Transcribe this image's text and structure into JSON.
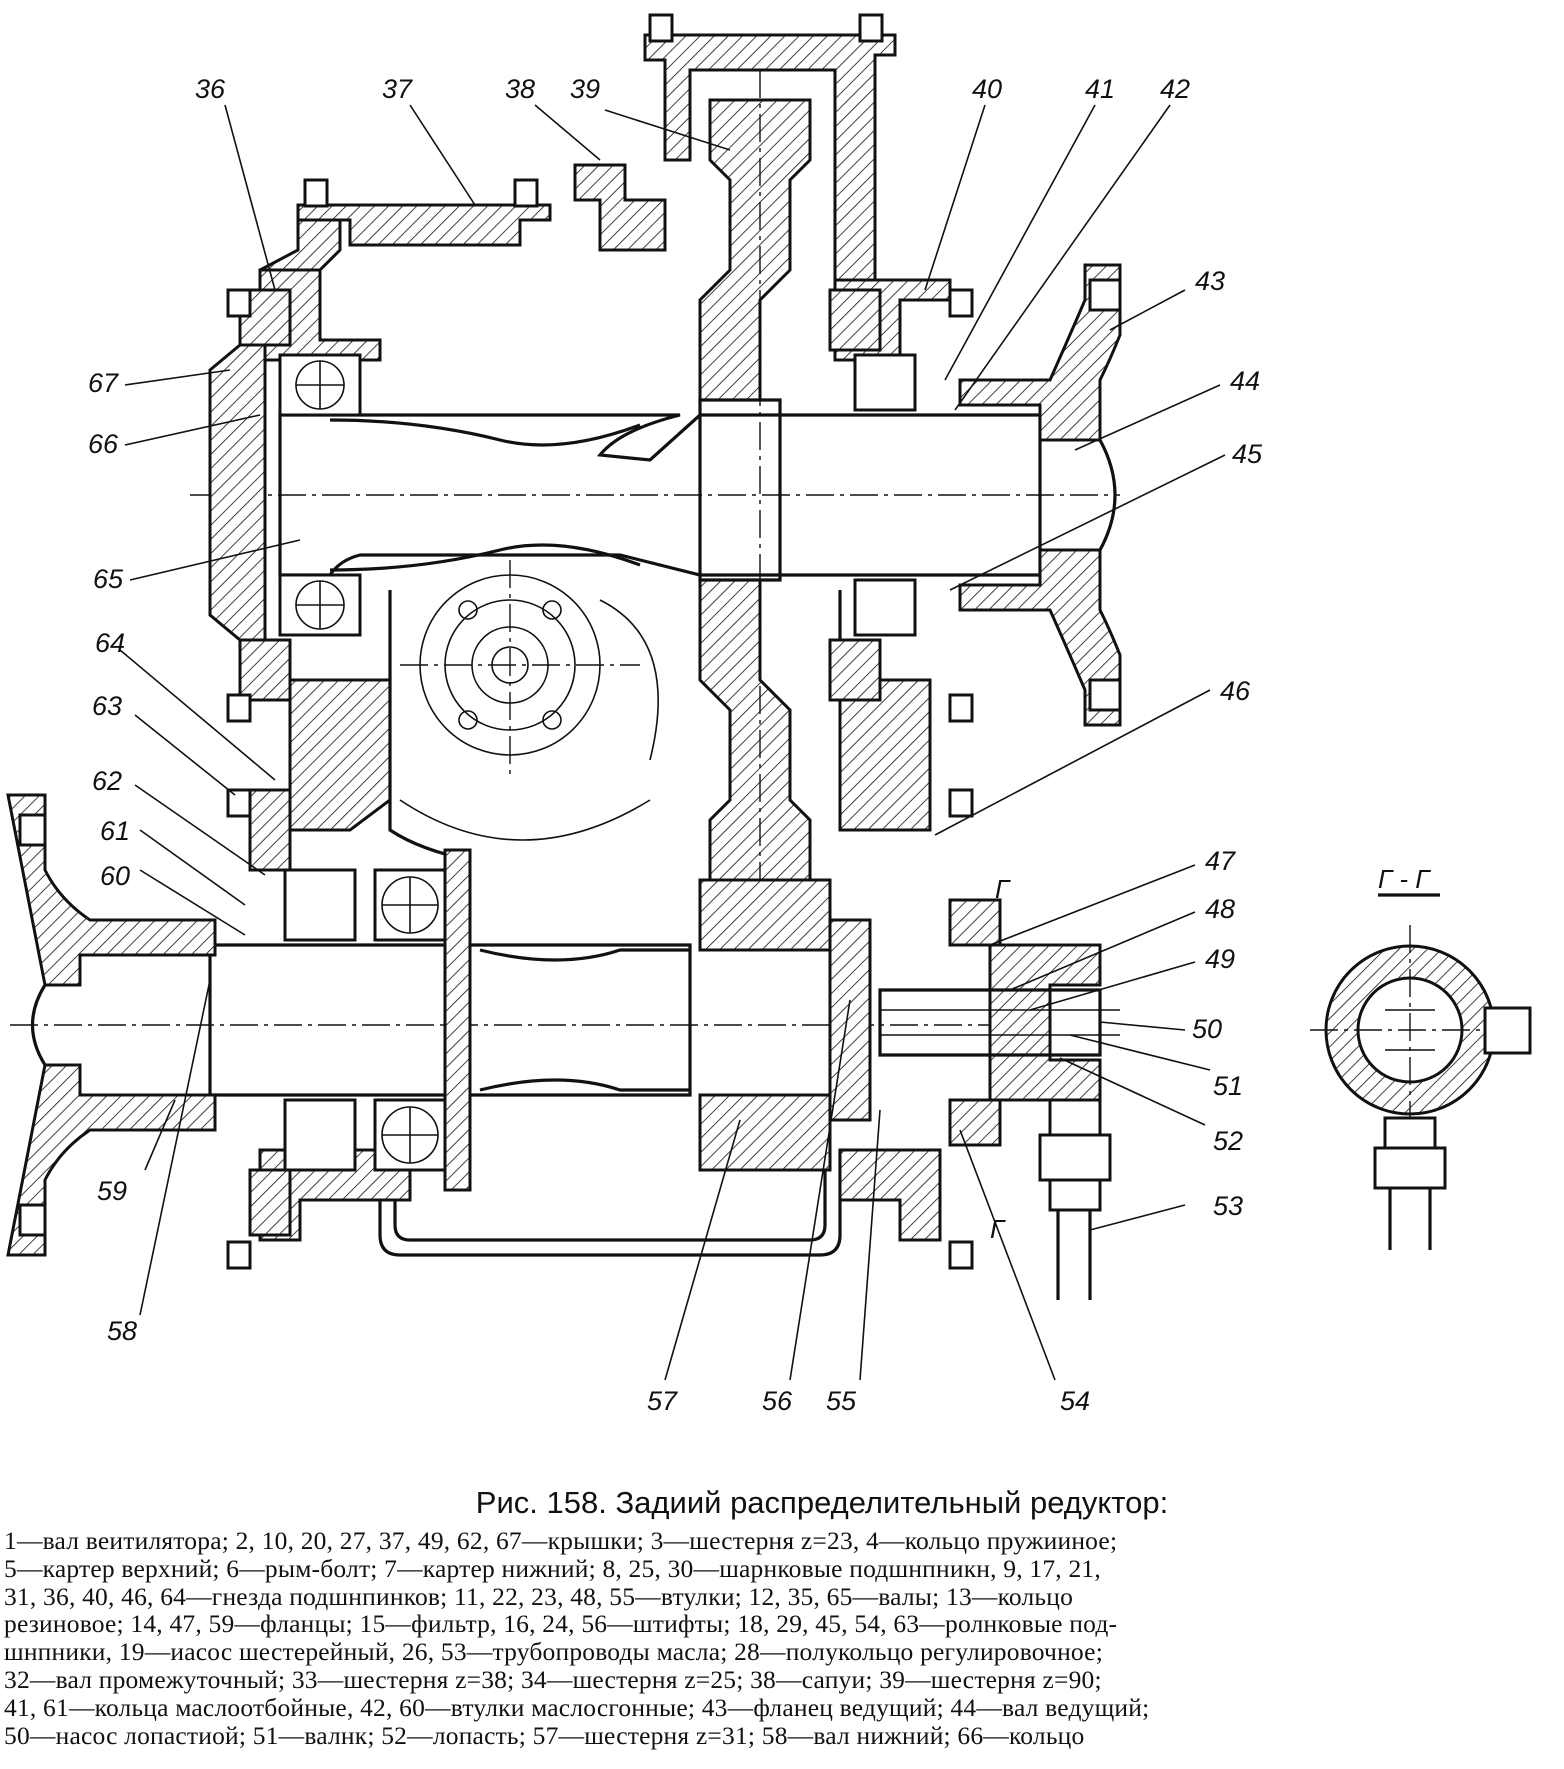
{
  "figure": {
    "callouts": {
      "36": "36",
      "37": "37",
      "38": "38",
      "39": "39",
      "40": "40",
      "41": "41",
      "42": "42",
      "43": "43",
      "44": "44",
      "45": "45",
      "46": "46",
      "47": "47",
      "48": "48",
      "49": "49",
      "50": "50",
      "51": "51",
      "52": "52",
      "53": "53",
      "54": "54",
      "55": "55",
      "56": "56",
      "57": "57",
      "58": "58",
      "59": "59",
      "60": "60",
      "61": "61",
      "62": "62",
      "63": "63",
      "64": "64",
      "65": "65",
      "66": "66",
      "67": "67"
    },
    "section_mark": "Г",
    "section_view_title": "Г - Г"
  },
  "caption": {
    "title": "Рис. 158. Задиий распределительный редуктор:",
    "lines": [
      "1—вал веитилятора; 2, 10, 20, 27, 37, 49, 62, 67—крышки; 3—шестерня z=23, 4—кольцо пружииное;",
      "5—картер верхний; 6—рым-болт; 7—картер нижний; 8, 25, 30—шарнковые подшнпникн, 9, 17, 21,",
      "31, 36, 40, 46, 64—гнезда подшнпинков; 11, 22, 23, 48, 55—втулки; 12, 35, 65—валы; 13—кольцо",
      "резиновое; 14, 47, 59—фланцы; 15—фильтр, 16, 24, 56—штифты; 18, 29, 45, 54, 63—ролнковые под-",
      "шнпники, 19—иасос шестерейный, 26, 53—трубопроводы масла; 28—полукольцо регулировочное;",
      "32—вал промежуточный; 33—шестерня z=38; 34—шестерня z=25; 38—сапуи; 39—шестерня z=90;",
      "41, 61—кольца маслоотбойные, 42, 60—втулки маслосгонные; 43—фланец ведущий; 44—вал ведущий;",
      "50—насос лопастиой; 51—валнк; 52—лопасть; 57—шестерня z=31; 58—вал нижний; 66—кольцо"
    ]
  }
}
